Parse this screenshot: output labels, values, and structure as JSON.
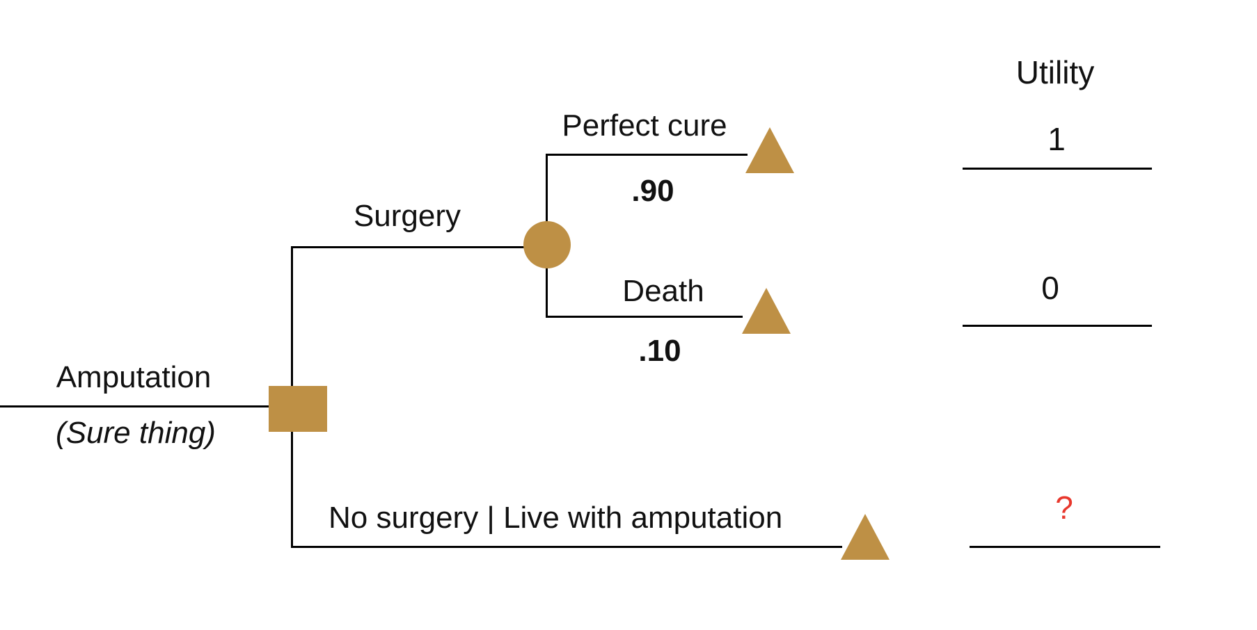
{
  "colors": {
    "node_gold": "#BE9045",
    "unknown_red": "#E8372C",
    "line_black": "#000000"
  },
  "utility_column": {
    "header": "Utility"
  },
  "tree": {
    "root_label": "Amputation",
    "root_sublabel": "(Sure thing)",
    "decision_branches": {
      "surgery": {
        "label": "Surgery"
      },
      "no_surgery": {
        "label": "No surgery | Live with amputation",
        "utility": "?"
      }
    },
    "chance_branches": {
      "perfect_cure": {
        "label": "Perfect cure",
        "probability": ".90",
        "utility": "1"
      },
      "death": {
        "label": "Death",
        "probability": ".10",
        "utility": "0"
      }
    }
  },
  "node_glyphs": {
    "decision": "square",
    "chance": "circle",
    "terminal": "triangle"
  }
}
